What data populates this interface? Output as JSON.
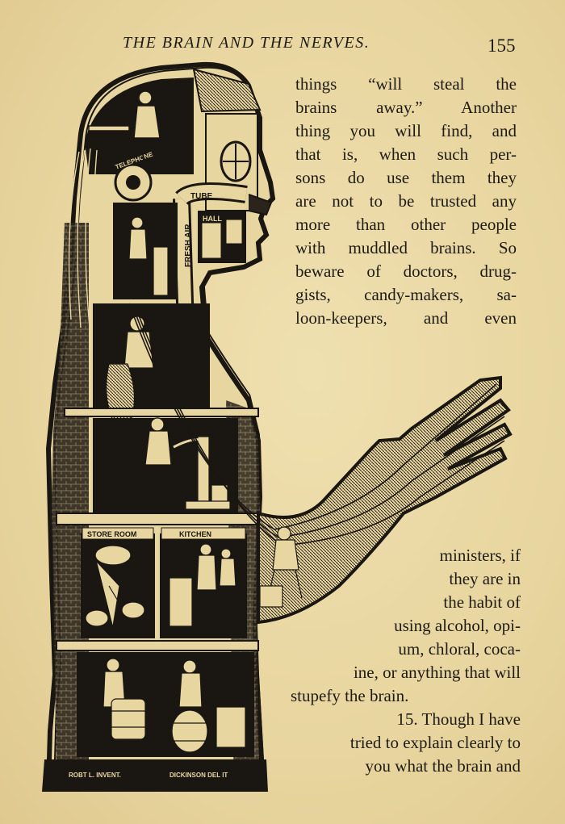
{
  "header": {
    "running_head": "THE BRAIN AND THE NERVES.",
    "page_number": "155"
  },
  "body_text": {
    "top_lines": [
      "things “will steal the",
      "brains away.” Another",
      "thing you will find, and",
      "that is, when such per-",
      "sons do use them they",
      "are not to be trusted any",
      "more than other people",
      "with muddled brains. So",
      "beware of doctors, drug-",
      "gists, candy-makers, sa-",
      "loon-keepers, and even"
    ],
    "bottom_lines": [
      "ministers, if",
      "they are in",
      "the habit of",
      "using alcohol, opi-",
      "um, chloral, coca-",
      "ine, or anything that will",
      "stupefy the brain.",
      "15. Though I have",
      "tried to explain clearly to",
      "you what the brain and"
    ]
  },
  "illustration": {
    "labels": {
      "telephone": "TELEPHONE",
      "tube": "TUBE",
      "fresh_air": "FRESH AIR",
      "hall": "HALL",
      "store_room": "STORE ROOM",
      "kitchen": "KITCHEN",
      "credit_left": "ROBT L. INVENT.",
      "credit_right": "DICKINSON DEL IT"
    },
    "colors": {
      "ink": "#1a1612",
      "paper": "#e8d6a0"
    }
  }
}
